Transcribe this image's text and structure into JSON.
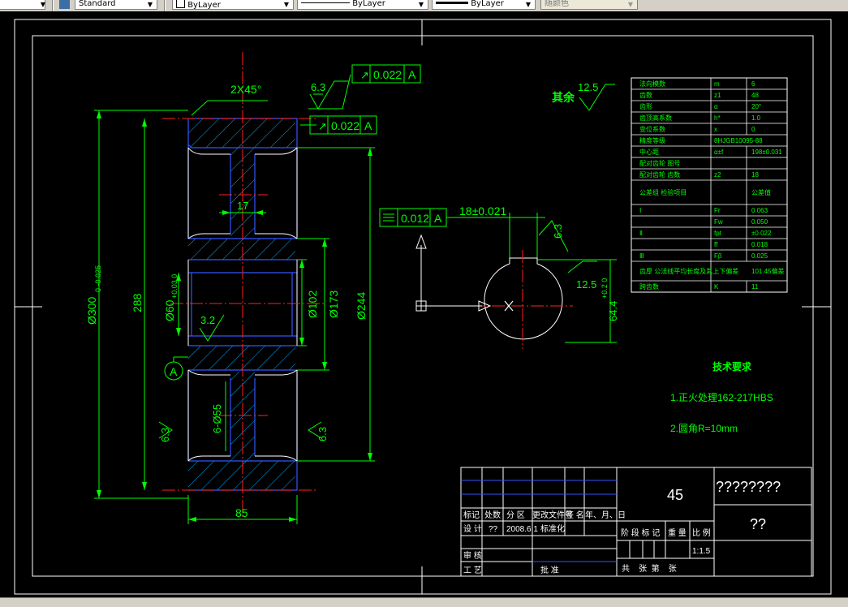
{
  "toolbar": {
    "textstyle": "Standard",
    "layer": "ByLayer",
    "linetype": "ByLayer",
    "lineweight": "ByLayer",
    "color": "随颜色"
  },
  "drawing": {
    "dims": {
      "chamfer": "2X45°",
      "rough_top": "6.3",
      "gt1": "0.022",
      "gt1_datum": "A",
      "gt2": "0.022",
      "gt2_datum": "A",
      "w17": "17",
      "d300": "Ø300",
      "d300_tol": "0\n-0.025",
      "h288": "288",
      "d60": "Ø60",
      "d60_tol": "+0.03\n0",
      "d102": "Ø102",
      "d173": "Ø173",
      "d244": "Ø244",
      "rough_bore": "3.2",
      "datum_a": "A",
      "rough_left": "6.3",
      "holes": "6-Ø55",
      "rough_right": "6.3",
      "w85": "85"
    },
    "key": {
      "sym_tol": "0.012",
      "sym_datum": "A",
      "keyw": "18±0.021",
      "rough_key_side": "6.3",
      "rough_key_bottom": "12.5",
      "keydepth": "64.4",
      "keydepth_tol": "+0.2\n0"
    },
    "rest_rough_label": "其余",
    "rest_rough_value": "12.5",
    "param_table": {
      "rows": [
        [
          "法向模数",
          "m",
          "6"
        ],
        [
          "齿数",
          "z1",
          "48"
        ],
        [
          "齿形",
          "α",
          "20°"
        ],
        [
          "齿顶高系数",
          "h*",
          "1.0"
        ],
        [
          "变位系数",
          "x",
          "0"
        ],
        [
          "精度等级",
          "8HJGB10095-88",
          ""
        ],
        [
          "中心距",
          "α±f",
          "198±0.031"
        ],
        [
          "配对齿轮 图号",
          "",
          ""
        ],
        [
          "配对齿轮 齿数",
          "z2",
          "18"
        ],
        [
          "公差组 检验项目",
          "",
          "公差值"
        ],
        [
          "Ⅰ",
          "Fr",
          "0.063"
        ],
        [
          "",
          "Fw",
          "0.050"
        ],
        [
          "Ⅱ",
          "fpt",
          "±0.022"
        ],
        [
          "",
          "ff",
          "0.018"
        ],
        [
          "Ⅲ",
          "Fβ",
          "0.025"
        ],
        [
          "齿厚 公法线平均长度及其上下偏差",
          "",
          "101.45偏差"
        ],
        [
          "跨齿数",
          "K",
          "11"
        ]
      ]
    },
    "tech_title": "技术要求",
    "tech_items": [
      "1.正火处理162-217HBS",
      "2.圆角R=10mm"
    ],
    "title_block": {
      "material": "45",
      "name": "????????",
      "code": "??",
      "h_mark": "标记",
      "h_count": "处数",
      "h_zone": "分 区",
      "h_doc": "更改文件号",
      "h_sign": "签 名",
      "h_date": "年、月、日",
      "design": "设 计",
      "designer": "??",
      "date": "2008.6.1",
      "standard": "标准化",
      "stage": "阶 段 标 记",
      "weight": "重 量",
      "scale_h": "比 例",
      "scale": "1:1.5",
      "review": "审 核",
      "process": "工 艺",
      "approve": "批 准",
      "sheets": "共    张  第    张"
    }
  }
}
